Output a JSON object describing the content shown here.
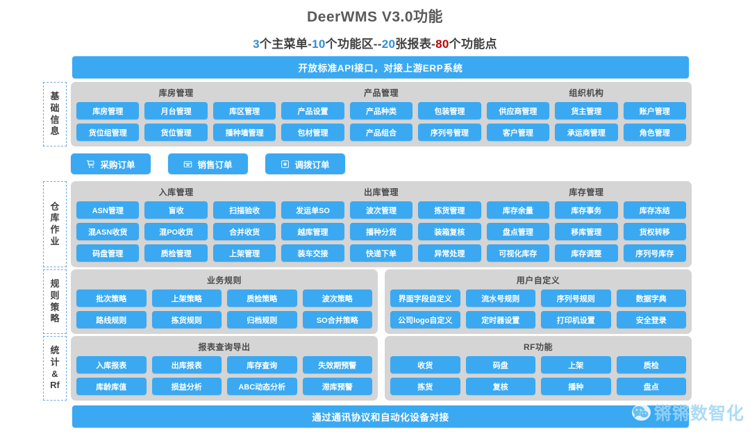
{
  "header": {
    "title": "DeerWMS V3.0功能",
    "subtitle_parts": [
      {
        "t": "3",
        "c": "blue"
      },
      {
        "t": "个主菜单-",
        "c": "plain"
      },
      {
        "t": "10",
        "c": "blue"
      },
      {
        "t": "个功能区--",
        "c": "plain"
      },
      {
        "t": "20",
        "c": "blue"
      },
      {
        "t": "张报表-",
        "c": "plain"
      },
      {
        "t": "80",
        "c": "red"
      },
      {
        "t": "个功能点",
        "c": "plain"
      }
    ],
    "subtitle_text": "3个主菜单-10个功能区--20张报表-80个功能点"
  },
  "banners": {
    "top": "开放标准API接口，对接上游ERP系统",
    "bottom": "通过通讯协议和自动化设备对接"
  },
  "colors": {
    "button_blue": "#3aa9f2",
    "panel_gray": "#d5d5d5",
    "title_gray": "#595959",
    "accent_blue": "#2f8ed6",
    "accent_red": "#c00000",
    "tab_border": "#6fa8dc"
  },
  "order_buttons": [
    {
      "label": "采购订单",
      "icon": "cart-icon"
    },
    {
      "label": "销售订单",
      "icon": "box-icon"
    },
    {
      "label": "调拨订单",
      "icon": "transfer-icon"
    }
  ],
  "rows": [
    {
      "tab": "基础信息",
      "tab_chars": [
        "基",
        "础",
        "信",
        "息"
      ],
      "groups": [
        {
          "title": "库房管理",
          "buttons": [
            "库房管理",
            "月台管理",
            "库区管理",
            "货位组管理",
            "货位管理",
            "播种墙管理"
          ]
        },
        {
          "title": "产品管理",
          "buttons": [
            "产品设置",
            "产品种类",
            "包装管理",
            "包材管理",
            "产品组合",
            "序列号管理"
          ]
        },
        {
          "title": "组织机构",
          "buttons": [
            "供应商管理",
            "货主管理",
            "账户管理",
            "客户管理",
            "承运商管理",
            "角色管理"
          ]
        }
      ]
    },
    {
      "tab": "仓库作业",
      "tab_chars": [
        "仓",
        "库",
        "作",
        "业"
      ],
      "groups": [
        {
          "title": "入库管理",
          "buttons": [
            "ASN管理",
            "盲收",
            "扫描验收",
            "混ASN收货",
            "混PO收货",
            "合并收货",
            "码盘管理",
            "质检管理",
            "上架管理"
          ]
        },
        {
          "title": "出库管理",
          "buttons": [
            "发运单SO",
            "波次管理",
            "拣货管理",
            "越库管理",
            "播种分货",
            "装箱复核",
            "装车交接",
            "快递下单",
            "异常处理"
          ]
        },
        {
          "title": "库存管理",
          "buttons": [
            "库存余量",
            "库存事务",
            "库存冻结",
            "盘点管理",
            "移库管理",
            "货权转移",
            "可视化库存",
            "库存调整",
            "序列号库存"
          ]
        }
      ]
    },
    {
      "tab": "规则策略",
      "tab_chars": [
        "规",
        "则",
        "策",
        "略"
      ],
      "split": true,
      "groups": [
        {
          "title": "业务规则",
          "buttons": [
            "批次策略",
            "上架策略",
            "质检策略",
            "波次策略",
            "路线规则",
            "拣货规则",
            "归档规则",
            "SO合并策略"
          ]
        },
        {
          "title": "用户自定义",
          "buttons": [
            "界面字段自定义",
            "流水号规则",
            "序列号规则",
            "数据字典",
            "公司logo自定义",
            "定时器设置",
            "打印机设置",
            "安全登录"
          ]
        }
      ]
    },
    {
      "tab": "统计&Rf",
      "tab_chars": [
        "统",
        "计",
        "&",
        "Rf"
      ],
      "split": true,
      "groups": [
        {
          "title": "报表查询导出",
          "buttons": [
            "入库报表",
            "出库报表",
            "库存查询",
            "失效期预警",
            "库龄库值",
            "损益分析",
            "ABC动态分析",
            "滞库预警"
          ]
        },
        {
          "title": "RF功能",
          "buttons": [
            "收货",
            "码盘",
            "上架",
            "质检",
            "拣货",
            "复核",
            "播种",
            "盘点"
          ]
        }
      ]
    }
  ],
  "watermark": {
    "text": "锵锵数智化",
    "icon": "wechat-icon"
  }
}
